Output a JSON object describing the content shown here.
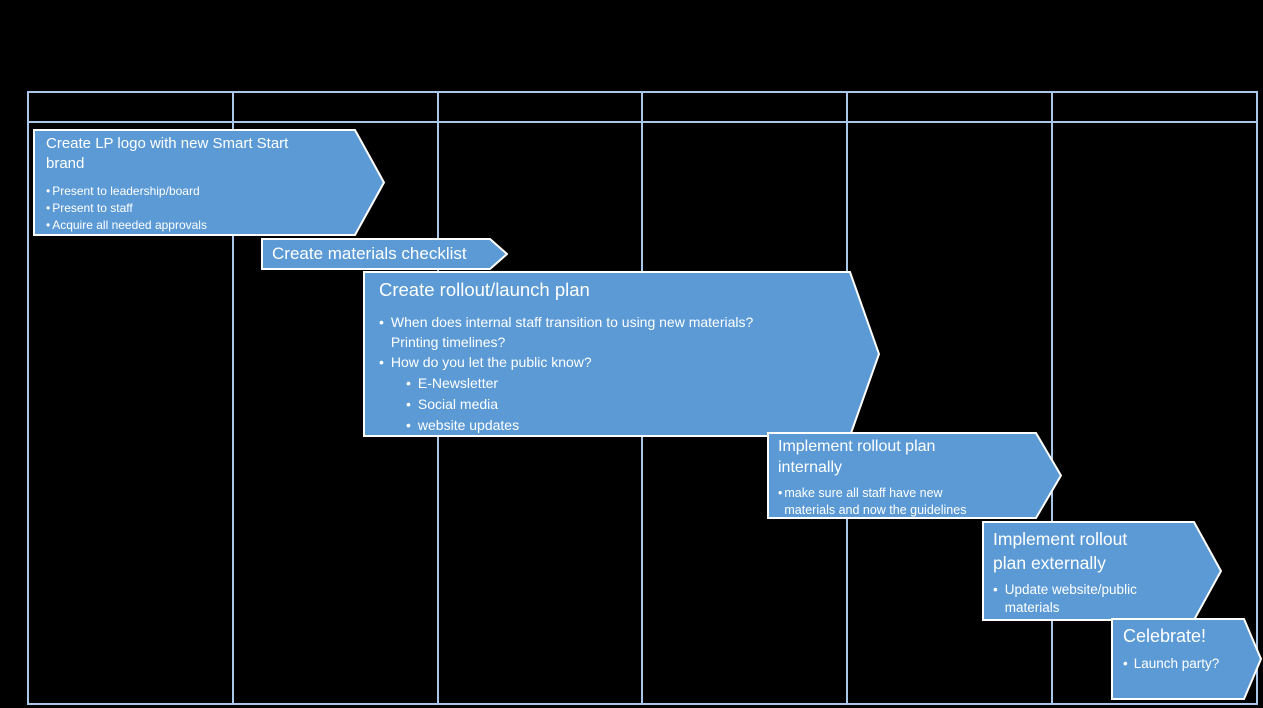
{
  "slide": {
    "background_color": "#000000"
  },
  "colors": {
    "arrow_fill": "#5b9ad5",
    "arrow_border": "#ffffff",
    "arrow_text": "#ffffff",
    "table_grid": "#a9c7e8"
  },
  "timeline_table": {
    "column_count": 6,
    "header_cells": [
      "",
      "",
      "",
      "",
      "",
      ""
    ]
  },
  "tasks": [
    {
      "title": "Create LP logo with new Smart Start\nbrand",
      "bullets": [
        "Present to leadership/board",
        "Present to staff",
        "Acquire all needed approvals"
      ]
    },
    {
      "title": "Create materials checklist",
      "bullets": []
    },
    {
      "title": "Create rollout/launch plan",
      "bullets": [
        "When does internal staff transition to using new materials?\nPrinting timelines?",
        "How do you let the public know?"
      ],
      "sub_bullets": [
        "E-Newsletter",
        "Social media",
        "website updates"
      ]
    },
    {
      "title": "Implement rollout plan\ninternally",
      "bullets": [
        "make sure all staff have new\nmaterials and now the guidelines"
      ]
    },
    {
      "title": "Implement rollout\nplan externally",
      "bullets": [
        "Update website/public\nmaterials"
      ]
    },
    {
      "title": "Celebrate!",
      "bullets": [
        "Launch party?"
      ]
    }
  ]
}
